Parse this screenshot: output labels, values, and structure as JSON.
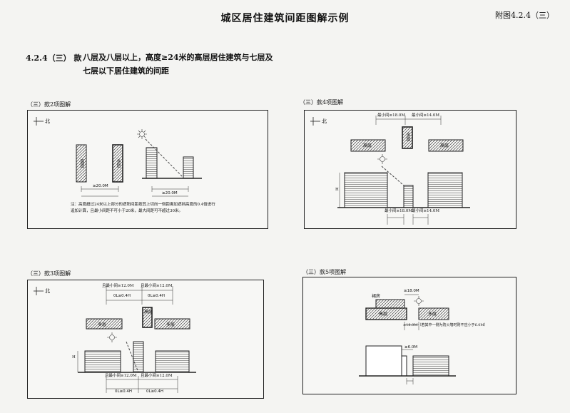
{
  "header": {
    "title": "城区居住建筑间距图解示例",
    "reference": "附图4.2.4（三）"
  },
  "clause": {
    "number": "4.2.4（三） 款",
    "text": "八层及八层以上，高度≥24米的高层居住建筑与七层及七层以下居住建筑的间距"
  },
  "panels": {
    "p2": {
      "label": "（三）款2项图解",
      "north": "北",
      "bldg_high": "高层",
      "bldg_multi": "多层",
      "dim1": "≥20.0M",
      "dim2": "≥20.0M",
      "note": "注：高度超过24米以上部分的遮阳间距按其上切向一侧距离加遮挡高度的0.4倍进行追加计算，且最小间距不可小于20米，最大间距可不超过30米。"
    },
    "p3": {
      "label": "（三）款3项图解",
      "north": "北",
      "top_a": "且最小间≥12.0M",
      "top_b": "且最小间≥12.0M",
      "top_c": "0L≥0.4H",
      "top_d": "0L≥0.4H",
      "bldg_high": "高层",
      "bldg_multi_l": "多层",
      "bldg_multi_r": "多层",
      "h": "H",
      "bot_a": "且最小间≥12.0M",
      "bot_b": "且最小间≥12.0M",
      "bot_c": "0L≥0.4H",
      "bot_d": "0L≥0.4H"
    },
    "p4": {
      "label": "（三）款4项图解",
      "north": "北",
      "top_a": "最小间≥18.0M",
      "top_b": "最小间≥14.0M",
      "bldg_multi": "多层",
      "bldg_high_l": "高层",
      "bldg_high_r": "高层",
      "h": "H",
      "bot_a": "最小间≥18.0M",
      "bot_b": "最小间≥14.0M"
    },
    "p5": {
      "label": "（三）款5项图解",
      "bldg_podium": "裙房",
      "bldg_high": "高层",
      "bldg_multi": "多层",
      "dim_top": "≥18.0M",
      "dim_mid": "≥18.0M（若其中一侧为防火墙时则不应小于6.0M）",
      "dim_bot": "≥6.0M"
    }
  }
}
